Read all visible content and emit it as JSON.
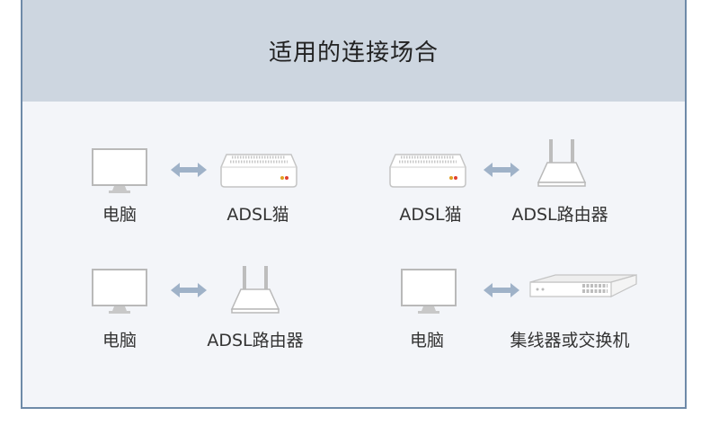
{
  "title": "适用的连接场合",
  "rows": [
    {
      "left": {
        "device_a": "电脑",
        "device_b": "ADSL猫"
      },
      "right": {
        "device_a": "ADSL猫",
        "device_b": "ADSL路由器"
      }
    },
    {
      "left": {
        "device_a": "电脑",
        "device_b": "ADSL路由器"
      },
      "right": {
        "device_a": "电脑",
        "device_b": "集线器或交换机"
      }
    }
  ],
  "icons": {
    "computer": "monitor-icon",
    "modem": "adsl-modem-icon",
    "router": "router-icon",
    "switch": "switch-icon",
    "link": "double-arrow-icon"
  },
  "colors": {
    "header_bg": "#cdd6e0",
    "panel_bg": "#f3f5f9",
    "border": "#6e8aa8",
    "arrow": "#9fb2c8",
    "device_stroke": "#b9b9b9"
  }
}
